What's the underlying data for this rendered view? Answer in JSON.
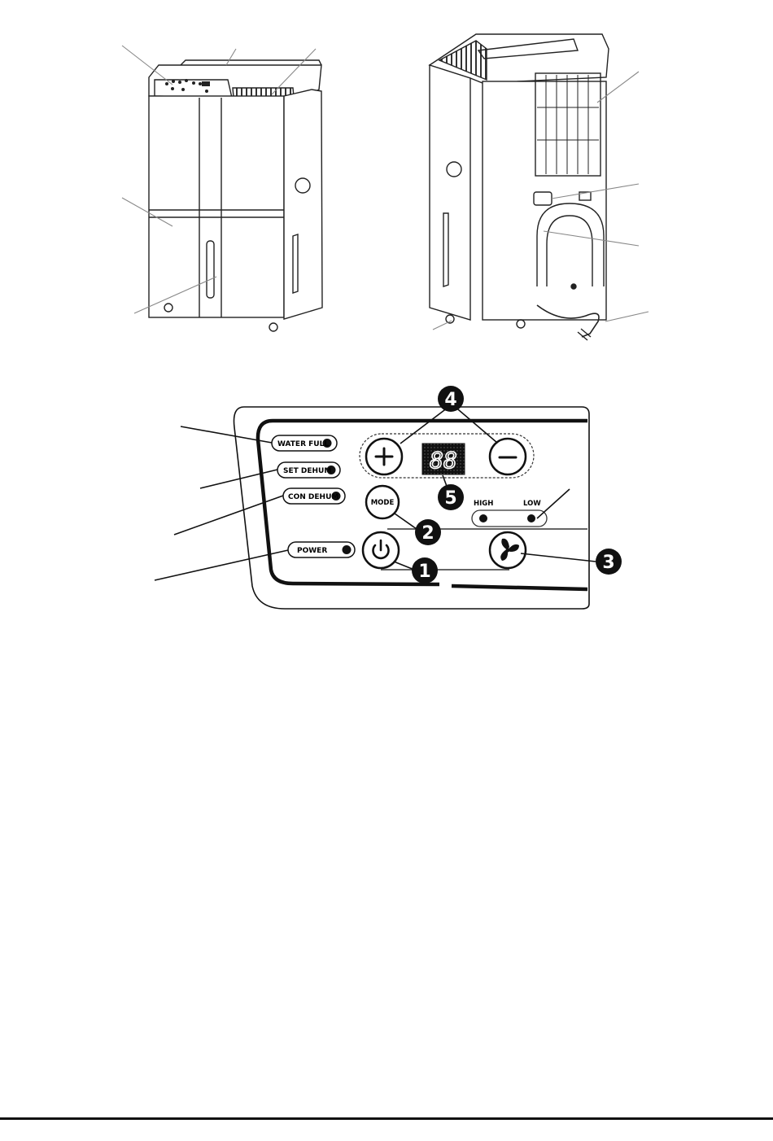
{
  "panel": {
    "indicators": {
      "water_full": "WATER FULL",
      "set_dehum": "SET DEHUM",
      "con_dehum": "CON DEHUM",
      "power": "POWER"
    },
    "buttons": {
      "mode": "MODE",
      "plus_icon": "plus-icon",
      "minus_icon": "minus-icon",
      "power_icon": "power-icon",
      "fan_icon": "fan-icon"
    },
    "display": "88",
    "fan_speed": {
      "high": "HIGH",
      "low": "LOW"
    },
    "callouts": [
      "1",
      "2",
      "3",
      "4",
      "5"
    ]
  },
  "colors": {
    "ink": "#111111",
    "display_bg": "#111111",
    "paper": "#ffffff"
  }
}
